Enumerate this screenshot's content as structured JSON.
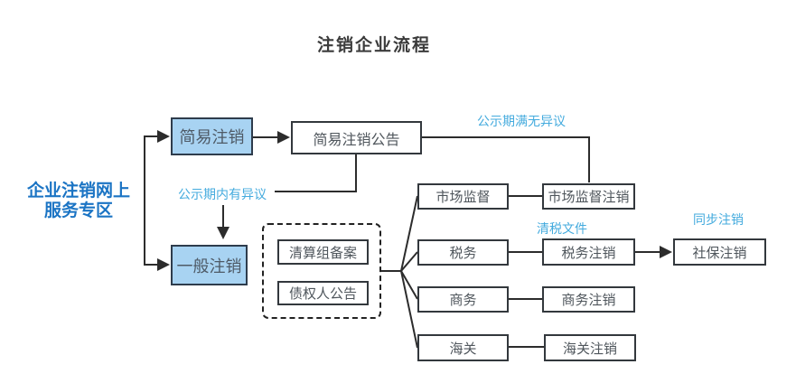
{
  "title": "注销企业流程",
  "side_label": {
    "line1": "企业注销网上",
    "line2": "服务专区"
  },
  "nodes": {
    "simple": "简易注销",
    "general": "一般注销",
    "simple_notice": "简易注销公告",
    "liquidation": "清算组备案",
    "creditor": "债权人公告",
    "market": "市场监督",
    "market_cancel": "市场监督注销",
    "tax": "税务",
    "tax_cancel": "税务注销",
    "social": "社保注销",
    "commerce": "商务",
    "commerce_cancel": "商务注销",
    "customs": "海关",
    "customs_cancel": "海关注销"
  },
  "edge_labels": {
    "no_objection": "公示期满无异议",
    "objection": "公示期内有异议",
    "tax_doc": "清税文件",
    "sync": "同步注销"
  },
  "colors": {
    "node_fill_blue": "#a8d3f2",
    "node_border": "#33383d",
    "edge_label_blue": "#44abde",
    "side_title_blue": "#1b74c4",
    "line": "#2c2c2c",
    "title_text": "#3b3b3b",
    "background": "#ffffff"
  }
}
